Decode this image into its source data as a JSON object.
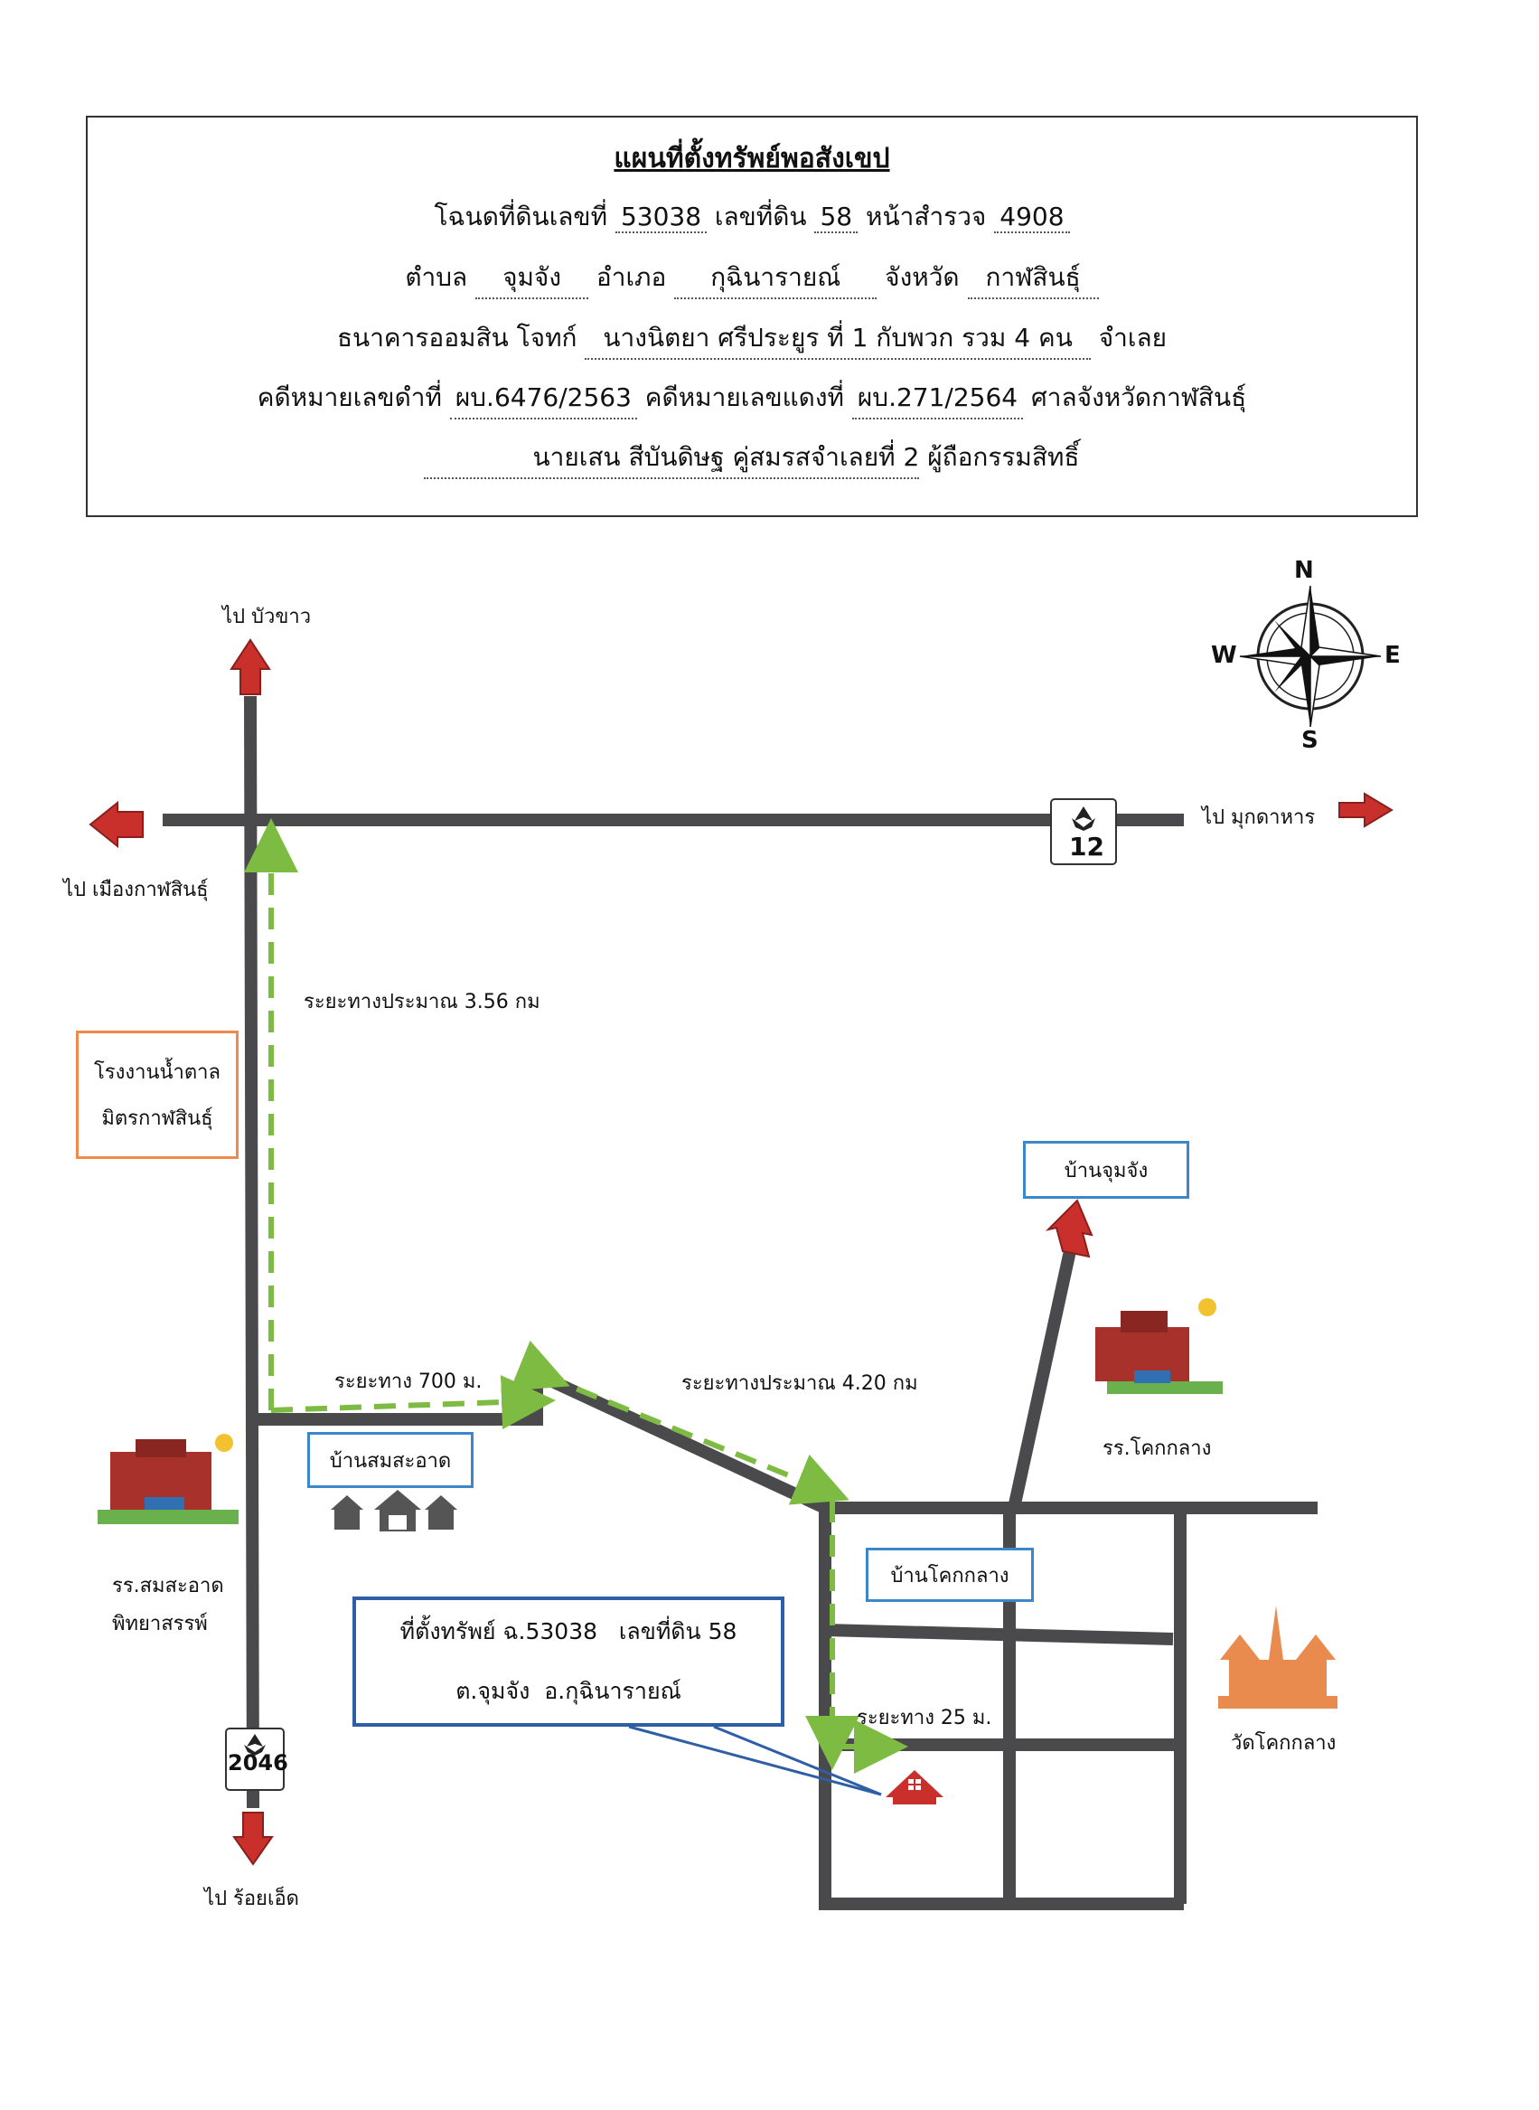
{
  "header": {
    "title": "แผนที่ตั้งทรัพย์พอสังเขป",
    "deed_label": "โฉนดที่ดินเลขที่",
    "deed_no": "53038",
    "land_label": "เลขที่ดิน",
    "land_no": "58",
    "survey_label": "หน้าสำรวจ",
    "survey_no": "4908",
    "subdistrict_label": "ตำบล",
    "subdistrict": "จุมจัง",
    "district_label": "อำเภอ",
    "district": "กุฉินารายณ์",
    "province_label": "จังหวัด",
    "province": "กาฬสินธุ์",
    "plaintiff_label": "ธนาคารออมสิน โจทก์",
    "defendant": "นางนิตยา ศรีประยูร ที่ 1 กับพวก รวม 4 คน",
    "defendant_label": "จำเลย",
    "black_case_label": "คดีหมายเลขดำที่",
    "black_case": "ผบ.6476/2563",
    "red_case_label": "คดีหมายเลขแดงที่",
    "red_case": "ผบ.271/2564",
    "court": "ศาลจังหวัดกาฬสินธุ์",
    "owner": "นายเสน สีบันดิษฐ คู่สมรสจำเลยที่ 2",
    "owner_label": "ผู้ถือกรรมสิทธิ์"
  },
  "compass": {
    "n": "N",
    "s": "S",
    "e": "E",
    "w": "W"
  },
  "map": {
    "to_buakhao": "ไป บัวขาว",
    "to_kalasin": "ไป เมืองกาฬสินธุ์",
    "to_mukdahan": "ไป มุกดาหาร",
    "to_roiet": "ไป ร้อยเอ็ด",
    "hwy_12": "12",
    "hwy_2046": "2046",
    "dist_356": "ระยะทางประมาณ 3.56 กม",
    "dist_700": "ระยะทาง 700 ม.",
    "dist_420": "ระยะทางประมาณ 4.20 กม",
    "dist_25": "ระยะทาง 25 ม.",
    "sugar_factory_line1": "โรงงานน้ำตาล",
    "sugar_factory_line2": "มิตรกาฬสินธุ์",
    "ban_jumjang": "บ้านจุมจัง",
    "ban_somsaat": "บ้านสมสะอาด",
    "ban_khokklang": "บ้านโคกกลาง",
    "school_khokklang": "รร.โคกกลาง",
    "school_somsaat_line1": "รร.สมสะอาด",
    "school_somsaat_line2": "พิทยาสรรพ์",
    "temple": "วัดโคกกลาง",
    "property_line1": "ที่ตั้งทรัพย์ ฉ.53038   เลขที่ดิน 58",
    "property_line2": "ต.จุมจัง  อ.กุฉินารายณ์"
  },
  "colors": {
    "road": "#4a4a4d",
    "arrow": "#c9302c",
    "route": "#7dbb42",
    "box_blue": "#3a87c9",
    "box_orange": "#f08a4b",
    "property_box": "#2e5ea6"
  }
}
